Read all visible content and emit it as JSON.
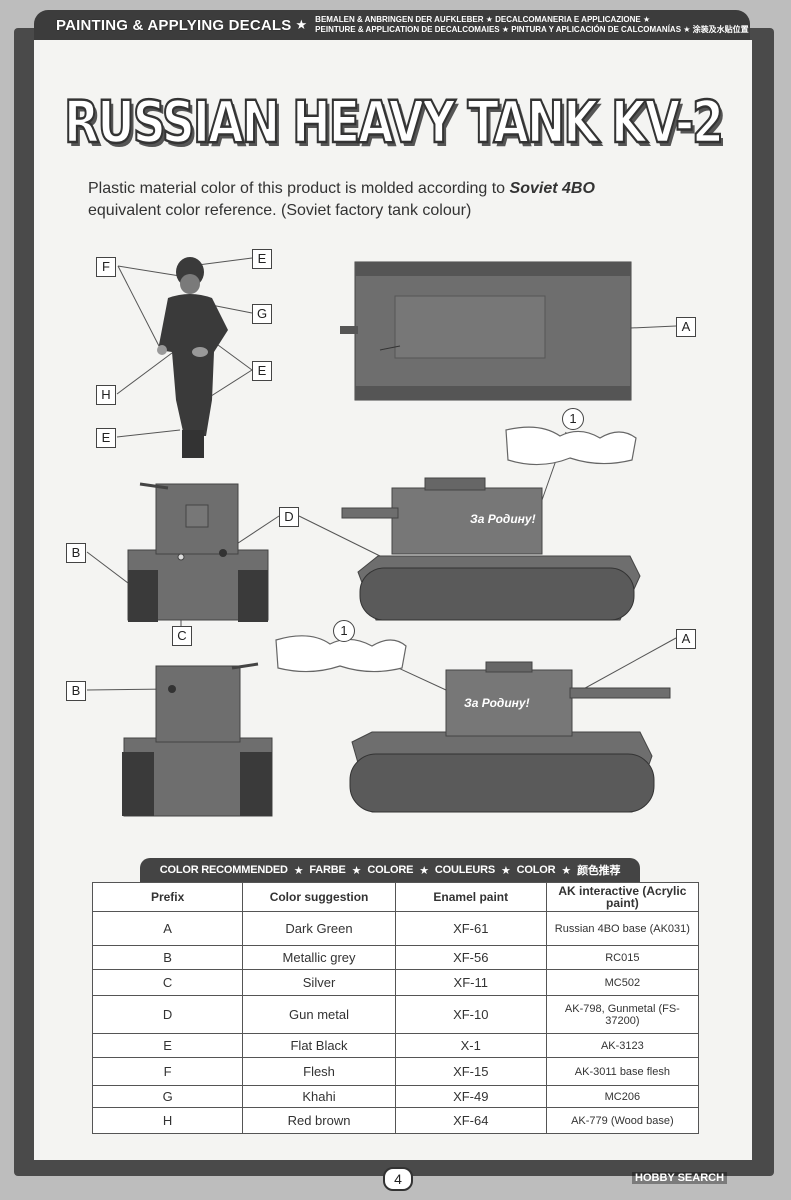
{
  "header": {
    "main": "PAINTING & APPLYING DECALS",
    "sub_line1": "BEMALEN & ANBRINGEN DER AUFKLEBER ★ DECALCOMANERIA E APPLICAZIONE ★",
    "sub_line2": "PEINTURE & APPLICATION DE DECALCOMAIES ★ PINTURA Y APLICACIÓN DE CALCOMANÍAS ★ 涂装及水贴位置"
  },
  "title": "RUSSIAN HEAVY TANK KV-2",
  "intro": {
    "text_a": "Plastic material color of this product is molded according to ",
    "text_b": "Soviet 4BO",
    "text_c": "equivalent color reference. (Soviet factory tank colour)"
  },
  "callouts": {
    "f": "F",
    "e1": "E",
    "g": "G",
    "e2": "E",
    "h": "H",
    "e3": "E",
    "a1": "A",
    "d": "D",
    "b1": "B",
    "c": "C",
    "a2": "A",
    "b2": "B"
  },
  "decal_numbers": {
    "one_a": "1",
    "one_b": "1"
  },
  "turret_slogan": {
    "upper": "За Родину!",
    "lower": "За Родину!"
  },
  "table": {
    "title_parts": [
      "COLOR RECOMMENDED",
      "★",
      "FARBE",
      "★",
      "COLORE",
      "★",
      "COULEURS",
      "★",
      "COLOR",
      "★",
      "颜色推荐"
    ],
    "headers": [
      "Prefix",
      "Color suggestion",
      "Enamel paint",
      "AK interactive (Acrylic paint)"
    ],
    "rows": [
      [
        "A",
        "Dark Green",
        "XF-61",
        "Russian 4BO base (AK031)"
      ],
      [
        "B",
        "Metallic grey",
        "XF-56",
        "RC015"
      ],
      [
        "C",
        "Silver",
        "XF-11",
        "MC502"
      ],
      [
        "D",
        "Gun metal",
        "XF-10",
        "AK-798, Gunmetal (FS-37200)"
      ],
      [
        "E",
        "Flat Black",
        "X-1",
        "AK-3123"
      ],
      [
        "F",
        "Flesh",
        "XF-15",
        "AK-3011 base flesh"
      ],
      [
        "G",
        "Khahi",
        "XF-49",
        "MC206"
      ],
      [
        "H",
        "Red brown",
        "XF-64",
        "AK-779 (Wood base)"
      ]
    ]
  },
  "page_number": "4",
  "watermark": "HOBBY SEARCH",
  "colors": {
    "tank": "#6e6e6e",
    "frame": "#4a4a4a",
    "paper": "#f4f4f2"
  }
}
